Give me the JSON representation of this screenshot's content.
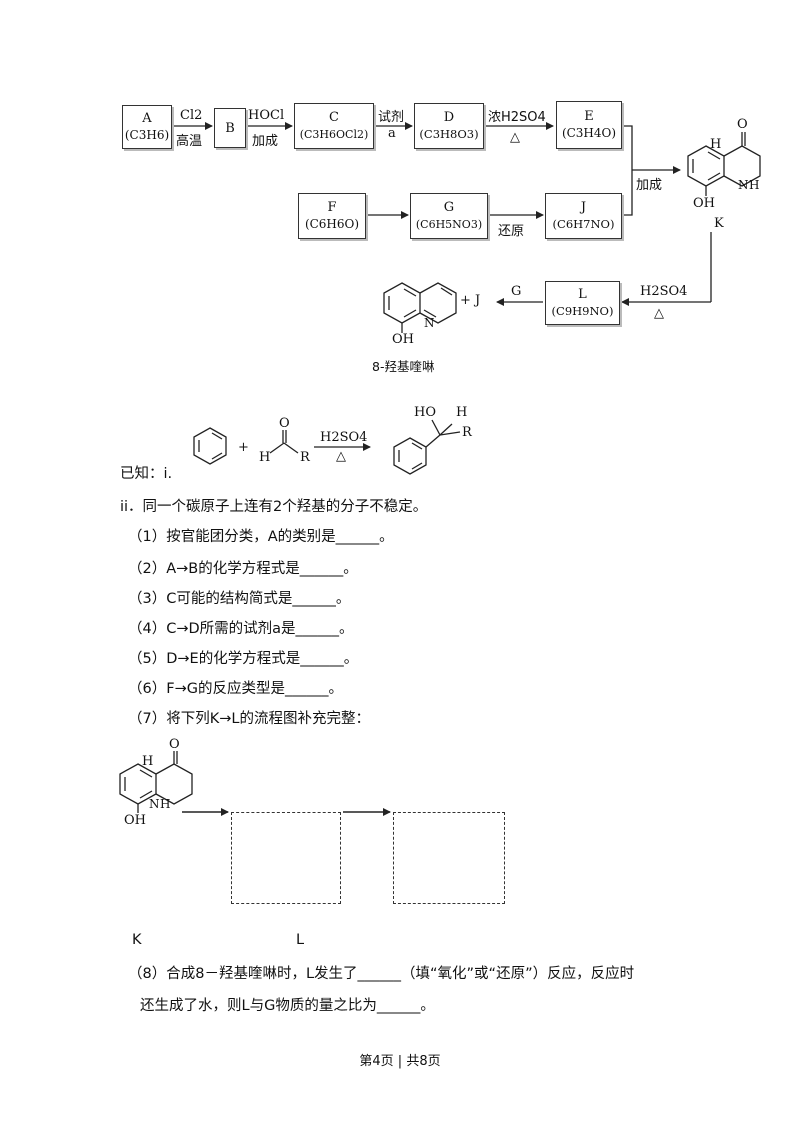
{
  "scheme": {
    "A": {
      "name": "A",
      "formula": "(C3H6)"
    },
    "B": {
      "name": "B"
    },
    "C": {
      "name": "C",
      "formula": "(C3H6OCl2)"
    },
    "D": {
      "name": "D",
      "formula": "(C3H8O3)"
    },
    "E": {
      "name": "E",
      "formula": "(C3H4O)"
    },
    "F": {
      "name": "F",
      "formula": "(C6H6O)"
    },
    "G": {
      "name": "G",
      "formula": "(C6H5NO3)"
    },
    "J": {
      "name": "J",
      "formula": "(C6H7NO)"
    },
    "L": {
      "name": "L",
      "formula": "(C9H9NO)"
    },
    "arrows": {
      "ab_top": "Cl2",
      "ab_bottom": "高温",
      "bc_top": "HOCl",
      "bc_bottom": "加成",
      "cd_top": "试剂",
      "cd_bottom": "a",
      "de_top": "浓H2SO4",
      "de_bottom": "△",
      "gj_bottom": "还原",
      "ek_label": "加成",
      "kl_top": "H2SO4",
      "kl_bottom": "△",
      "lp_top": "G"
    },
    "K": {
      "label": "K",
      "o": "O",
      "h": "H",
      "nh_n": "N",
      "nh_h": "H",
      "oh": "OH"
    },
    "product": {
      "name": "8-羟基喹啉",
      "plus_j": "+ J",
      "oh": "OH",
      "n": "N"
    }
  },
  "known": {
    "prefix": "已知：i.",
    "plus": "+",
    "reagent": "H2SO4",
    "cond": "△",
    "ald_o": "O",
    "ald_h": "H",
    "ald_r": "R",
    "prod_ho": "HO",
    "prod_h": "H",
    "prod_r": "R",
    "ii": "ii．同一个碳原子上连有2个羟基的分子不稳定。"
  },
  "questions": [
    "（1）按官能团分类，A的类别是______。",
    "（2）A→B的化学方程式是______。",
    "（3）C可能的结构简式是______。",
    "（4）C→D所需的试剂a是______。",
    "（5）D→E的化学方程式是______。",
    "（6）F→G的反应类型是______。",
    "（7）将下列K→L的流程图补充完整："
  ],
  "q7": {
    "k_label": "K",
    "l_label": "L",
    "o": "O",
    "h": "H",
    "nh_n": "N",
    "nh_h": "H",
    "oh": "OH"
  },
  "q8": {
    "line1": "（8）合成8－羟基喹啉时，L发生了______（填“氧化”或“还原”）反应，反应时",
    "line2": "还生成了水，则L与G物质的量之比为______。"
  },
  "footer": "第4页 | 共8页"
}
